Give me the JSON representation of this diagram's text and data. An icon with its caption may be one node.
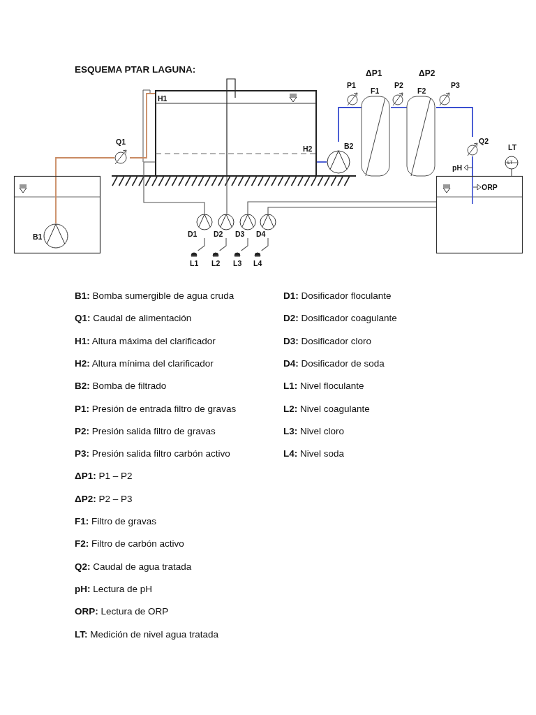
{
  "diagram": {
    "title": "ESQUEMA PTAR LAGUNA:",
    "nodes": [
      {
        "text": [],
        "shape": "box"
      },
      {
        "text": [
          "B1"
        ],
        "in": 0
      },
      {
        "text": [
          "Q1"
        ]
      },
      {
        "text": [
          "H1",
          "H2"
        ]
      },
      {
        "text": [
          "B2"
        ]
      },
      {
        "text": [
          "P1"
        ]
      },
      {
        "text": [
          "F1"
        ],
        "beside": [
          "ΔP1"
        ]
      },
      {
        "text": [
          "P2"
        ]
      },
      {
        "text": [
          "F2"
        ],
        "beside": [
          "ΔP2"
        ]
      },
      {
        "text": [
          "P3"
        ]
      },
      {
        "text": [
          "Q2"
        ]
      },
      {
        "text": [],
        "shape": "box"
      },
      {
        "text": [
          "pH"
        ]
      },
      {
        "text": [
          "ORP"
        ],
        "in": 11
      },
      {
        "text": [
          "LT",
          "LT"
        ]
      },
      {
        "text": [
          "D1"
        ]
      },
      {
        "text": [
          "D2"
        ]
      },
      {
        "text": [
          "D3"
        ]
      },
      {
        "text": [
          "D4"
        ]
      },
      {
        "text": [
          "L1"
        ]
      },
      {
        "text": [
          "L2"
        ]
      },
      {
        "text": [
          "L3"
        ]
      },
      {
        "text": [
          "L4"
        ]
      }
    ],
    "edges": [
      {
        "from": 1,
        "to": 2,
        "arrow": "none",
        "color": "#c98a62"
      },
      {
        "from": 2,
        "to": 3,
        "arrow": "none",
        "color": "#c98a62"
      },
      {
        "from": 3,
        "to": 4,
        "arrow": "none",
        "color": "#3a4fd0"
      },
      {
        "from": 4,
        "to": 6,
        "arrow": "none",
        "color": "#3a4fd0"
      },
      {
        "from": 6,
        "to": 8,
        "arrow": "none",
        "color": "#3a4fd0"
      },
      {
        "from": 8,
        "to": 10,
        "arrow": "none",
        "color": "#3a4fd0"
      },
      {
        "from": 10,
        "to": 11,
        "arrow": "none",
        "color": "#3a4fd0"
      },
      {
        "from": 3,
        "to": 15,
        "arrow": "none"
      },
      {
        "from": 3,
        "to": 16,
        "arrow": "none"
      },
      {
        "from": 17,
        "to": 11,
        "arrow": "none"
      },
      {
        "from": 18,
        "to": 11,
        "arrow": "none"
      },
      {
        "from": 19,
        "to": 15,
        "arrow": "none"
      },
      {
        "from": 20,
        "to": 16,
        "arrow": "none"
      },
      {
        "from": 21,
        "to": 17,
        "arrow": "none"
      },
      {
        "from": 22,
        "to": 18,
        "arrow": "none"
      }
    ],
    "labels": [
      "**B1:** Bomba sumergible de agua cruda",
      "**Q1:** Caudal de alimentación",
      "**H1:** Altura máxima del clarificador",
      "**H2:** Altura mínima del clarificador",
      "**B2:** Bomba de filtrado",
      "**P1:** Presión de entrada filtro de gravas",
      "**P2:** Presión salida filtro de gravas",
      "**P3:** Presión salida filtro carbón activo",
      "**ΔP1:** P1 – P2",
      "**ΔP2:** P2 – P3",
      "**F1:** Filtro de gravas",
      "**F2:** Filtro de carbón activo",
      "**Q2:** Caudal de agua tratada",
      "**pH:** Lectura de pH",
      "**ORP:** Lectura de ORP",
      "**LT:** Medición de nivel agua tratada",
      "**D1:** Dosificador floculante",
      "**D2:** Dosificador coagulante",
      "**D3:** Dosificador cloro",
      "**D4:** Dosificador de soda",
      "**L1:** Nivel floculante",
      "**L2:** Nivel coagulante",
      "**L3:** Nivel cloro",
      "**L4:** Nivel soda"
    ]
  }
}
